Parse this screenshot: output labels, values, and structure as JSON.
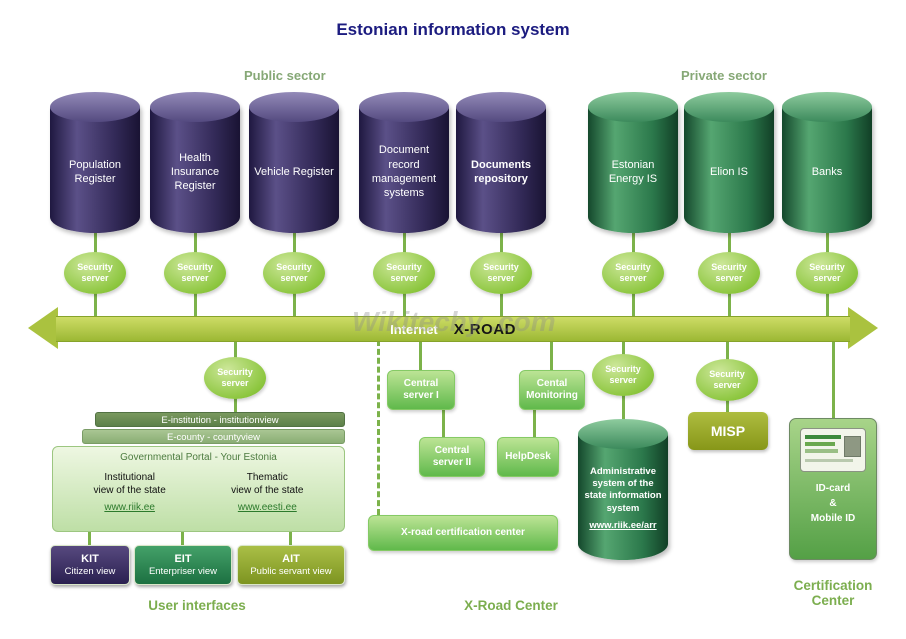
{
  "title": "Estonian information system",
  "watermark": "Wikitechy .com",
  "colors": {
    "public_register_purple": "#332a58",
    "private_register_green": "#2b784b",
    "security_server_green": "#8cc63e",
    "bus_olive": "#9cb834",
    "accent_green": "#7cae4f",
    "title_blue": "#1c1c80"
  },
  "sections": {
    "public_sector": "Public sector",
    "private_sector": "Private sector",
    "user_interfaces": "User interfaces",
    "xroad_center": "X-Road Center",
    "certification_center": "Certification\nCenter"
  },
  "bus": {
    "internet": "Internet",
    "xroad": "X-ROAD"
  },
  "security_server_label": "Security server",
  "registers": [
    {
      "label": "Population Register",
      "sector": "public"
    },
    {
      "label": "Health Insurance Register",
      "sector": "public"
    },
    {
      "label": "Vehicle Register",
      "sector": "public"
    },
    {
      "label": "Document record management systems",
      "sector": "public"
    },
    {
      "label": "Documents repository",
      "sector": "public"
    },
    {
      "label": "Estonian Energy IS",
      "sector": "private"
    },
    {
      "label": "Elion IS",
      "sector": "private"
    },
    {
      "label": "Banks",
      "sector": "private"
    }
  ],
  "portal": {
    "layer_institution": "E-institution - institutionview",
    "layer_county": "E-county - countyview",
    "layer_portal": "Governmental Portal - Your Estonia",
    "institutional_title": "Institutional\nview of the state",
    "institutional_link": "www.riik.ee",
    "thematic_title": "Thematic\nview of the state",
    "thematic_link": "www.eesti.ee"
  },
  "user_buttons": [
    {
      "title": "KIT",
      "subtitle": "Citizen view"
    },
    {
      "title": "EIT",
      "subtitle": "Enterpriser view"
    },
    {
      "title": "AIT",
      "subtitle": "Public servant view"
    }
  ],
  "xroad_center": {
    "central_server_1": "Central server I",
    "central_monitoring": "Cental Monitoring",
    "central_server_2": "Central server II",
    "helpdesk": "HelpDesk",
    "certification": "X-road certification center"
  },
  "admin": {
    "label": "Administrative system of the state information system",
    "link": "www.riik.ee/arr"
  },
  "misp": "MISP",
  "idcard_label": "ID-card\n&\nMobile ID"
}
